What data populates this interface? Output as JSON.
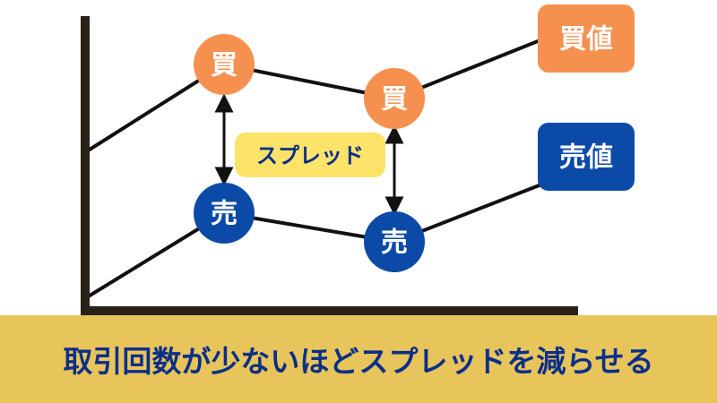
{
  "labels": {
    "buy": "買",
    "sell": "売",
    "buy_price": "買値",
    "sell_price": "売値",
    "spread": "スプレッド"
  },
  "banner": {
    "text": "取引回数が少ないほどスプレッドを減らせる"
  },
  "colors": {
    "buy": "#f5904e",
    "sell": "#0b4aa6",
    "spread_box": "#fde36a",
    "banner": "#e8c55a",
    "banner_text": "#0b2f8a",
    "axis": "#2a2118",
    "lines": "#111111"
  },
  "icons": [
    "double-arrow-icon"
  ]
}
